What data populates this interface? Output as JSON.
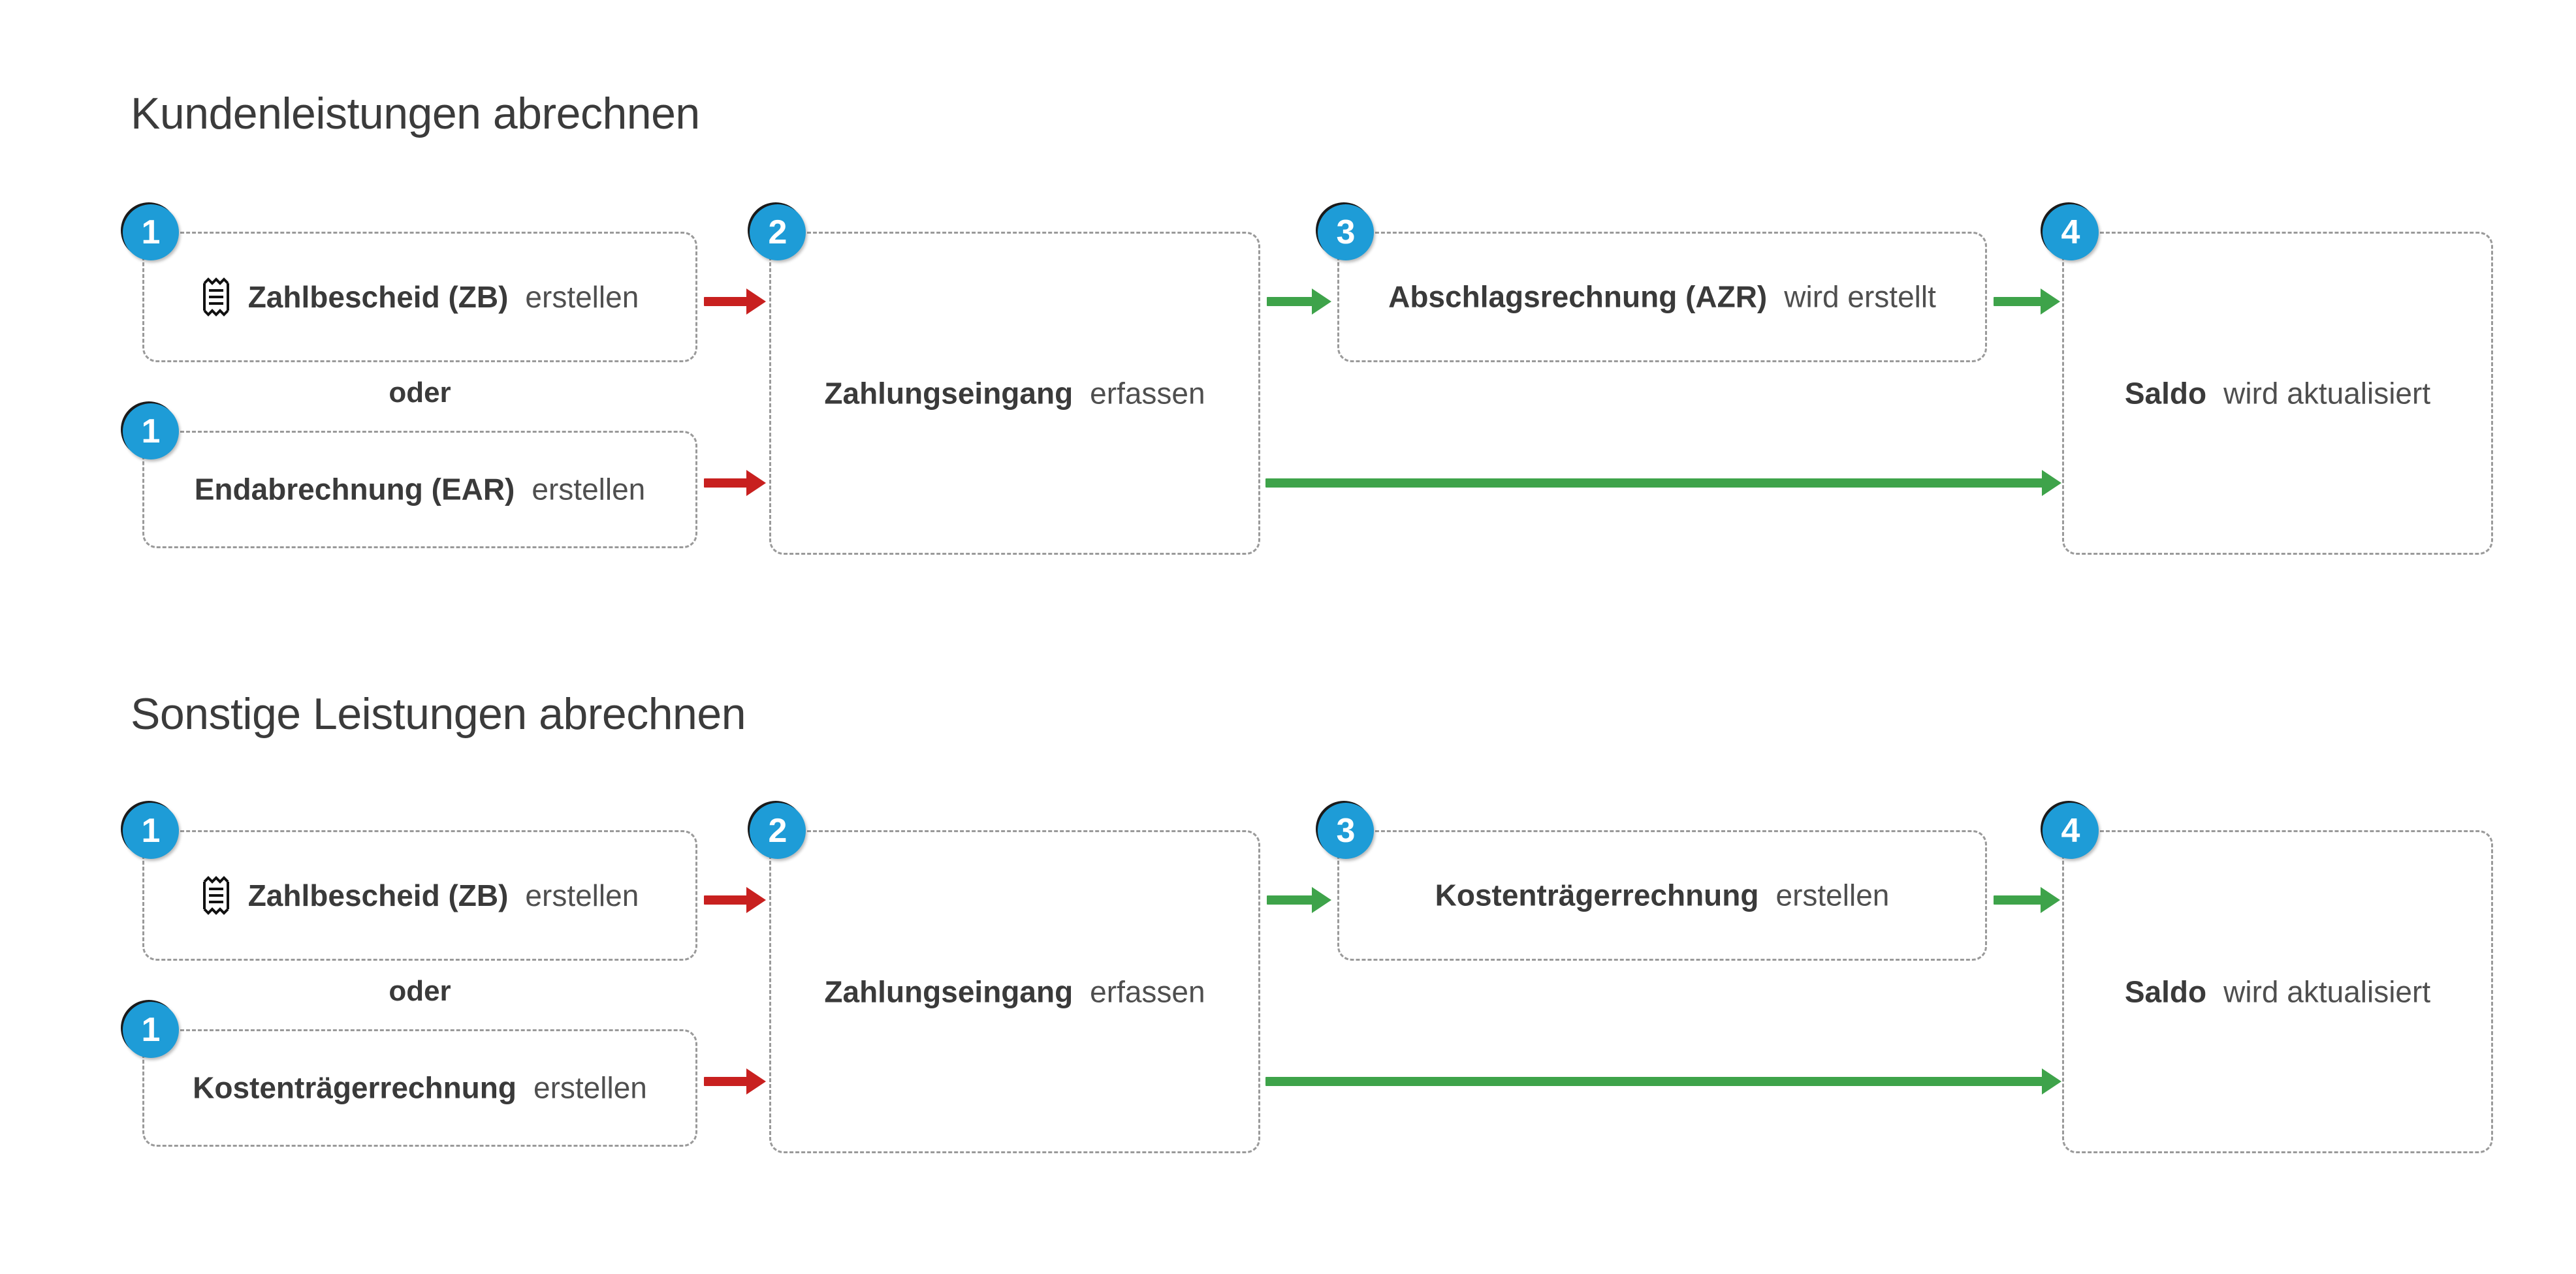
{
  "colors": {
    "step_circle": "#1e9cd7",
    "arrow_red": "#c8201f",
    "arrow_green": "#3ea34a",
    "box_border": "#9a9a9a",
    "text": "#3a3a3a",
    "background": "#ffffff"
  },
  "sections": [
    {
      "title": "Kundenleistungen abrechnen",
      "connector_label": "oder",
      "boxes": {
        "step1_top": {
          "number": "1",
          "icon": "receipt-icon",
          "strong": "Zahlbescheid (ZB)",
          "weak": "erstellen"
        },
        "step1_bottom": {
          "number": "1",
          "icon": null,
          "strong": "Endabrechnung (EAR)",
          "weak": "erstellen"
        },
        "step2": {
          "number": "2",
          "strong": "Zahlungseingang",
          "weak": "erfassen"
        },
        "step3": {
          "number": "3",
          "strong": "Abschlagsrechnung (AZR)",
          "weak": "wird erstellt"
        },
        "step4": {
          "number": "4",
          "strong": "Saldo",
          "weak": "wird aktualisiert"
        }
      }
    },
    {
      "title": "Sonstige Leistungen abrechnen",
      "connector_label": "oder",
      "boxes": {
        "step1_top": {
          "number": "1",
          "icon": "receipt-icon",
          "strong": "Zahlbescheid (ZB)",
          "weak": "erstellen"
        },
        "step1_bottom": {
          "number": "1",
          "icon": null,
          "strong": "Kostenträgerrechnung",
          "weak": "erstellen"
        },
        "step2": {
          "number": "2",
          "strong": "Zahlungseingang",
          "weak": "erfassen"
        },
        "step3": {
          "number": "3",
          "strong": "Kostenträgerrechnung",
          "weak": "erstellen"
        },
        "step4": {
          "number": "4",
          "strong": "Saldo",
          "weak": "wird aktualisiert"
        }
      }
    }
  ]
}
